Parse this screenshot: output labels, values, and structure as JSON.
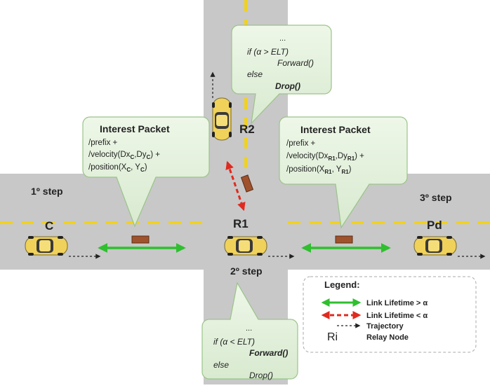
{
  "callouts": {
    "left": {
      "title": "Interest Packet",
      "line1": "/prefix +",
      "line2_pre": "/velocity(Dx",
      "line2_s1": "C",
      "line2_mid": ",Dy",
      "line2_s2": "C",
      "line2_post": ") +",
      "line3_pre": "/position(X",
      "line3_s1": "C",
      "line3_mid": ", Y",
      "line3_s2": "C",
      "line3_post": ")"
    },
    "right": {
      "title": "Interest Packet",
      "line1": "/prefix +",
      "line2_pre": "/velocity(Dx",
      "line2_s1": "R1",
      "line2_mid": ",Dy",
      "line2_s2": "R1",
      "line2_post": ") +",
      "line3_pre": "/position(X",
      "line3_s1": "R1",
      "line3_mid": ", Y",
      "line3_s2": "R1",
      "line3_post": ")"
    },
    "top": {
      "ellipsis": "...",
      "cond": "if (α > ELT)",
      "action": "Forward()",
      "else": "else",
      "alt": "Drop()"
    },
    "bottom": {
      "ellipsis": "...",
      "cond": "if (α < ELT)",
      "action": "Forward()",
      "else": "else",
      "alt": "Drop()"
    }
  },
  "steps": {
    "step1": "1º step",
    "step2": "2º step",
    "step3": "3º step"
  },
  "nodes": {
    "c": "C",
    "r1": "R1",
    "r2": "R2",
    "pd": "Pd"
  },
  "legend": {
    "title": "Legend:",
    "green_label": "Link Lifetime > α",
    "red_label": "Link Lifetime < α",
    "trajectory_label": "Trajectory",
    "relay_symbol": "Ri",
    "relay_label": "Relay Node"
  },
  "colors": {
    "road": "#c8c8c8",
    "lane": "#f2d21a",
    "green_link": "#2fbf2f",
    "red_link": "#e02a1f",
    "callout_fill": "#e4f1dc",
    "callout_border": "#9bc38a",
    "car_body": "#f0d25a",
    "packet": "#a0522d"
  }
}
